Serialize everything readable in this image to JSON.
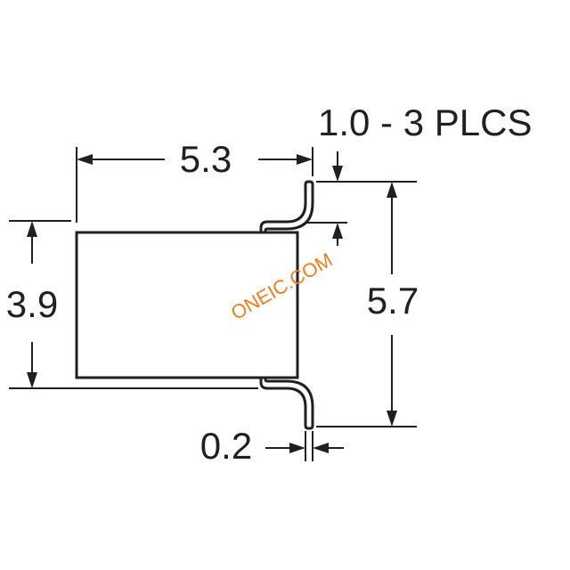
{
  "dimensions": {
    "width_label": "5.3",
    "height_label": "3.9",
    "lead_span_label": "5.7",
    "lead_thickness_label": "0.2",
    "lead_width_note": "1.0 - 3 PLCS"
  },
  "watermark": {
    "text": "ONEIC.COM",
    "color": "#f07d18"
  },
  "colors": {
    "ink": "#231f20",
    "background": "#ffffff"
  }
}
